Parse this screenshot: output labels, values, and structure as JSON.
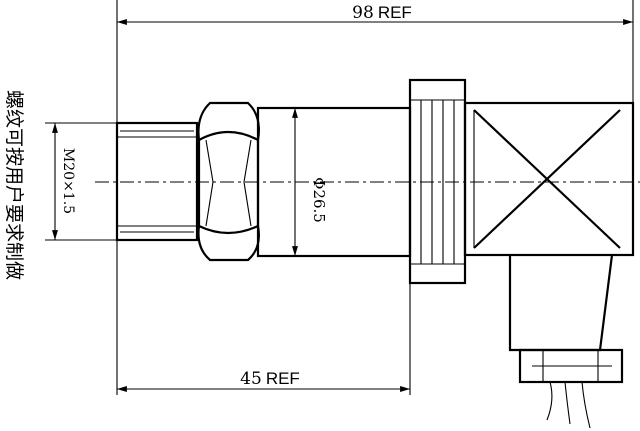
{
  "dimensions": {
    "overall_length": {
      "value": "98",
      "unit": "REF"
    },
    "body_length": {
      "value": "45",
      "unit": "REF"
    },
    "body_diameter": "Φ26.5",
    "thread_size": "M20×1.5"
  },
  "note_vertical": "螺纹可按用户要求制做"
}
